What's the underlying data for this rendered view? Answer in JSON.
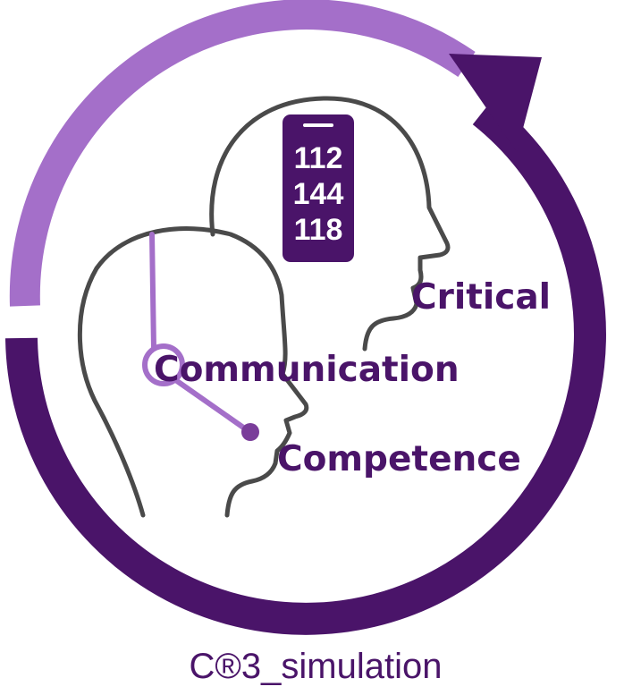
{
  "colors": {
    "dark_purple": "#4a1469",
    "light_purple": "#a46fc9",
    "outline_gray": "#4a4a4a",
    "background": "#ffffff"
  },
  "phone": {
    "numbers": [
      "112",
      "144",
      "118"
    ]
  },
  "words": {
    "critical": "Critical",
    "communication": "Communication",
    "competence": "Competence"
  },
  "caption": "C®3_simulation"
}
